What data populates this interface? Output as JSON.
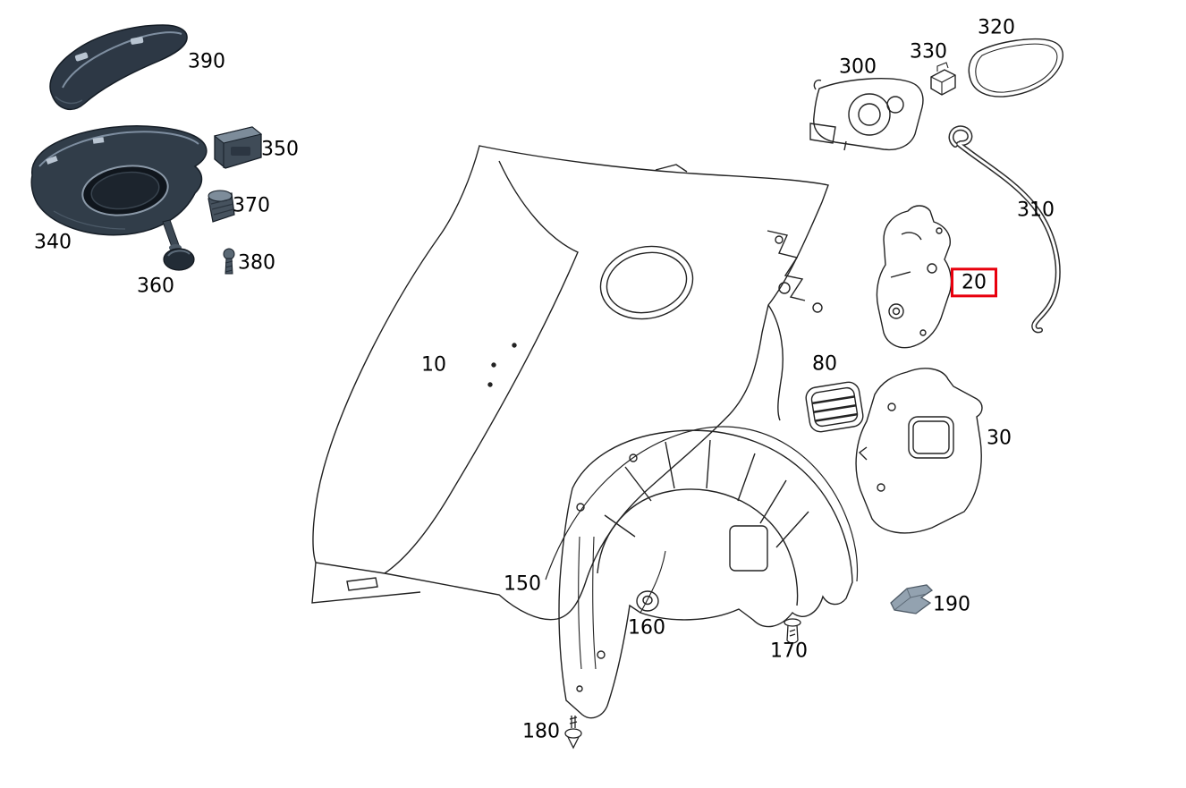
{
  "diagram": {
    "background_color": "#ffffff",
    "line_color": "#1f1f1f",
    "highlight_color": "#e8000d",
    "highlighted_part": "20"
  },
  "parts": [
    {
      "label": "390"
    },
    {
      "label": "350"
    },
    {
      "label": "370"
    },
    {
      "label": "340"
    },
    {
      "label": "380"
    },
    {
      "label": "360"
    },
    {
      "label": "10"
    },
    {
      "label": "300"
    },
    {
      "label": "330"
    },
    {
      "label": "320"
    },
    {
      "label": "310"
    },
    {
      "label": "20",
      "highlighted": true
    },
    {
      "label": "80"
    },
    {
      "label": "30"
    },
    {
      "label": "150"
    },
    {
      "label": "160"
    },
    {
      "label": "170"
    },
    {
      "label": "180"
    },
    {
      "label": "190"
    }
  ]
}
